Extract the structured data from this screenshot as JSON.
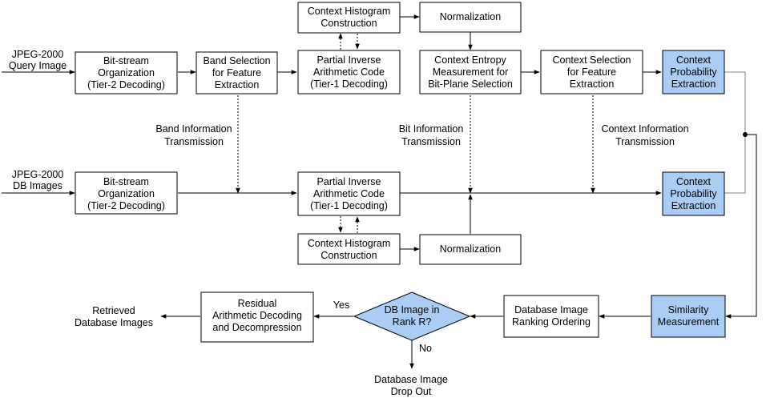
{
  "inputs": {
    "query": [
      "JPEG-2000",
      "Query Image"
    ],
    "db": [
      "JPEG-2000",
      "DB Images"
    ]
  },
  "boxes": {
    "bitstream_top": [
      "Bit-stream",
      "Organization",
      "(Tier-2 Decoding)"
    ],
    "band_selection": [
      "Band Selection",
      "for Feature",
      "Extraction"
    ],
    "context_hist_top": [
      "Context Histogram",
      "Construction"
    ],
    "normalization_top": [
      "Normalization"
    ],
    "partial_inverse_top": [
      "Partial Inverse",
      "Arithmetic Code",
      "(Tier-1 Decoding)"
    ],
    "context_entropy": [
      "Context Entropy",
      "Measurement for",
      "Bit-Plane Selection"
    ],
    "context_selection": [
      "Context Selection",
      "for Feature",
      "Extraction"
    ],
    "context_prob_top": [
      "Context",
      "Probability",
      "Extraction"
    ],
    "bitstream_db": [
      "Bit-stream",
      "Organization",
      "(Tier-2 Decoding)"
    ],
    "partial_inverse_db": [
      "Partial Inverse",
      "Arithmetic Code",
      "(Tier-1 Decoding)"
    ],
    "context_prob_db": [
      "Context",
      "Probability",
      "Extraction"
    ],
    "context_hist_db": [
      "Context Histogram",
      "Construction"
    ],
    "normalization_db": [
      "Normalization"
    ],
    "similarity": [
      "Similarity",
      "Measurement"
    ],
    "ranking": [
      "Database Image",
      "Ranking Ordering"
    ],
    "decision": [
      "DB Image in",
      "Rank R?"
    ],
    "residual": [
      "Residual",
      "Arithmetic Decoding",
      "and Decompression"
    ]
  },
  "labels": {
    "band_info": [
      "Band Information",
      "Transmission"
    ],
    "bit_info": [
      "Bit Information",
      "Transmission"
    ],
    "context_info": [
      "Context Information",
      "Transmission"
    ],
    "yes": "Yes",
    "no": "No",
    "retrieved": [
      "Retrieved",
      "Database Images"
    ],
    "drop_out": [
      "Database Image",
      "Drop Out"
    ]
  },
  "colors": {
    "highlight_fill": "#a9cdf5",
    "stroke": "#000000",
    "connector_gray": "#808080"
  }
}
